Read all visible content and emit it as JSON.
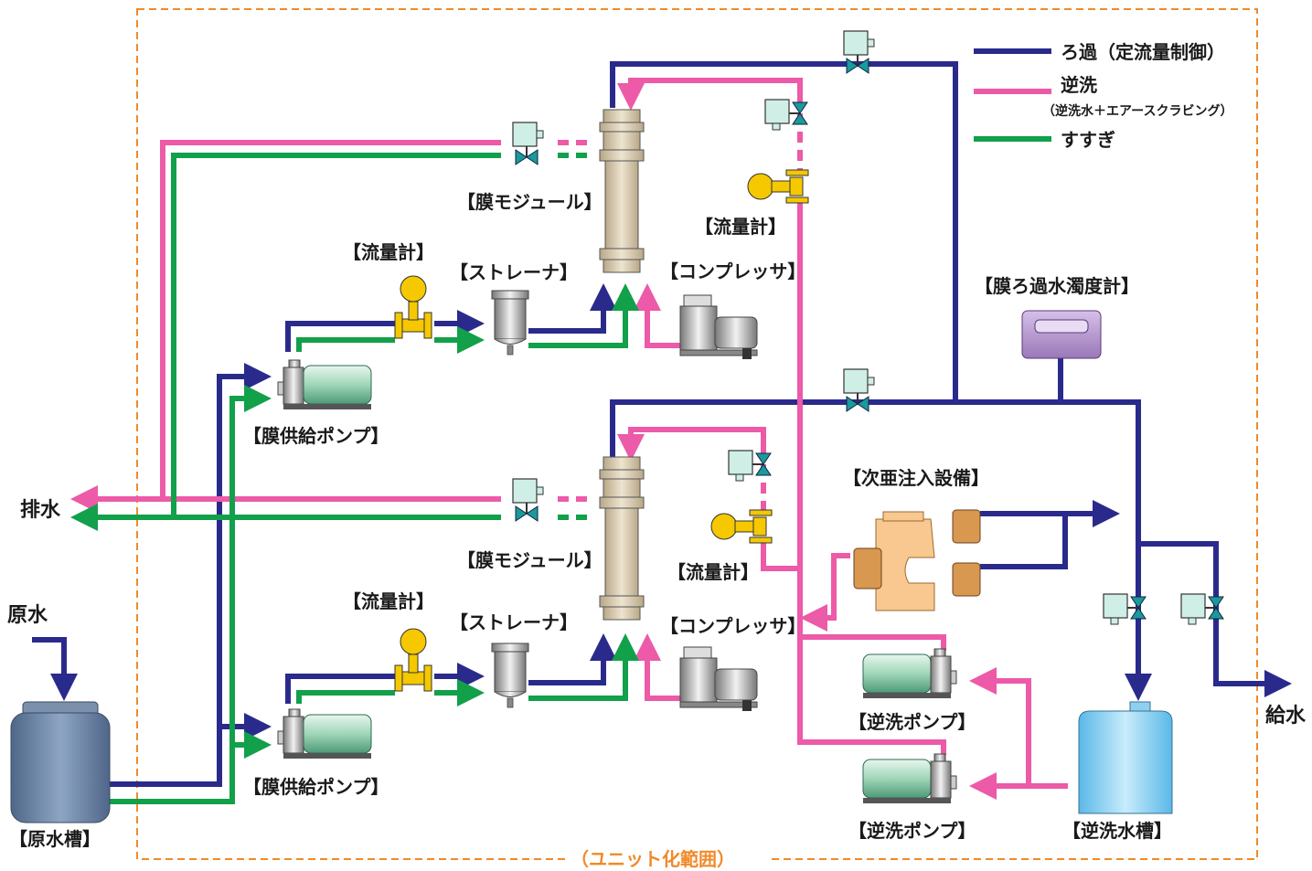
{
  "colors": {
    "filtration": "#2a2a8c",
    "backwash": "#ec5aa8",
    "rinse": "#12a04a",
    "boundary": "#f08a2a",
    "valve": "#1a9a9a",
    "flowmeter": "#f5c800",
    "membrane": "#d8ccb4",
    "turbidity": "#b898d0",
    "raw_tank": "#6f88a8",
    "backwash_tank": "#8fd0f0",
    "chem_tank": "#f8c890",
    "pump": "#a8dcc0"
  },
  "legend": {
    "filtration": "ろ過（定流量制御）",
    "backwash": "逆洗",
    "backwash_sub": "（逆洗水＋エアースクラビング）",
    "rinse": "すすぎ"
  },
  "labels": {
    "drain": "排水",
    "raw_water": "原水",
    "raw_tank": "【原水槽】",
    "supply": "給水",
    "unit_scope": "（ユニット化範囲）",
    "membrane_module_1": "【膜モジュール】",
    "membrane_module_2": "【膜モジュール】",
    "flowmeter_1": "【流量計】",
    "flowmeter_2": "【流量計】",
    "flowmeter_3": "【流量計】",
    "flowmeter_4": "【流量計】",
    "strainer_1": "【ストレーナ】",
    "strainer_2": "【ストレーナ】",
    "compressor_1": "【コンプレッサ】",
    "compressor_2": "【コンプレッサ】",
    "feed_pump_1": "【膜供給ポンプ】",
    "feed_pump_2": "【膜供給ポンプ】",
    "turbidity_meter": "【膜ろ過水濁度計】",
    "chlorine_injection": "【次亜注入設備】",
    "backwash_pump_1": "【逆洗ポンプ】",
    "backwash_pump_2": "【逆洗ポンプ】",
    "backwash_tank": "【逆洗水槽】"
  },
  "icons": [
    "valve-icon",
    "pump-icon",
    "flowmeter-icon",
    "strainer-icon",
    "compressor-icon",
    "membrane-module-icon",
    "tank-icon"
  ]
}
